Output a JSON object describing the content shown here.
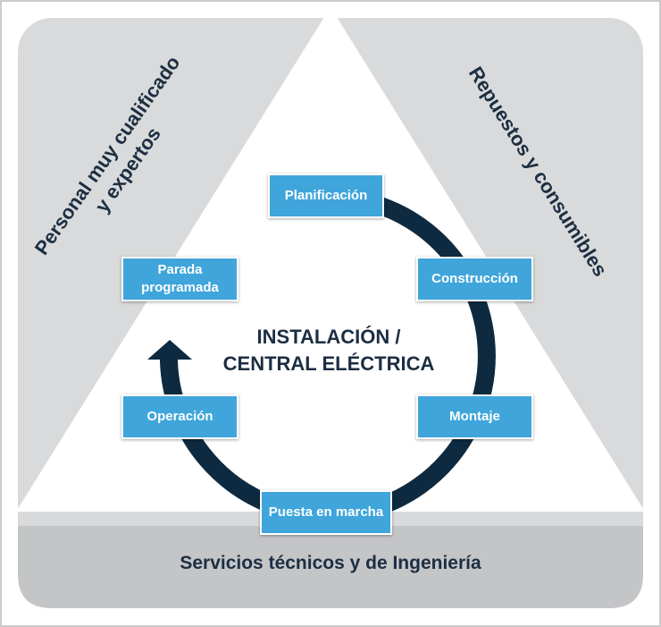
{
  "colors": {
    "panel_gray": "#d9dadb",
    "band_gray": "#c4c5c7",
    "box_blue": "#3fa5db",
    "cycle_navy": "#0e2a40",
    "text_navy": "#1c2e42"
  },
  "left_label": {
    "line1": "Personal muy cualificado",
    "line2": "y expertos"
  },
  "right_label": "Repuestos y consumibles",
  "center_title": {
    "line1": "INSTALACIÓN /",
    "line2": "CENTRAL ELÉCTRICA"
  },
  "bottom_label": "Servicios técnicos y de Ingeniería",
  "cycle_steps": {
    "planificacion": "Planificación",
    "construccion": "Construcción",
    "montaje": "Montaje",
    "puesta": "Puesta en marcha",
    "operacion": "Operación",
    "parada_line1": "Parada",
    "parada_line2": "programada"
  }
}
